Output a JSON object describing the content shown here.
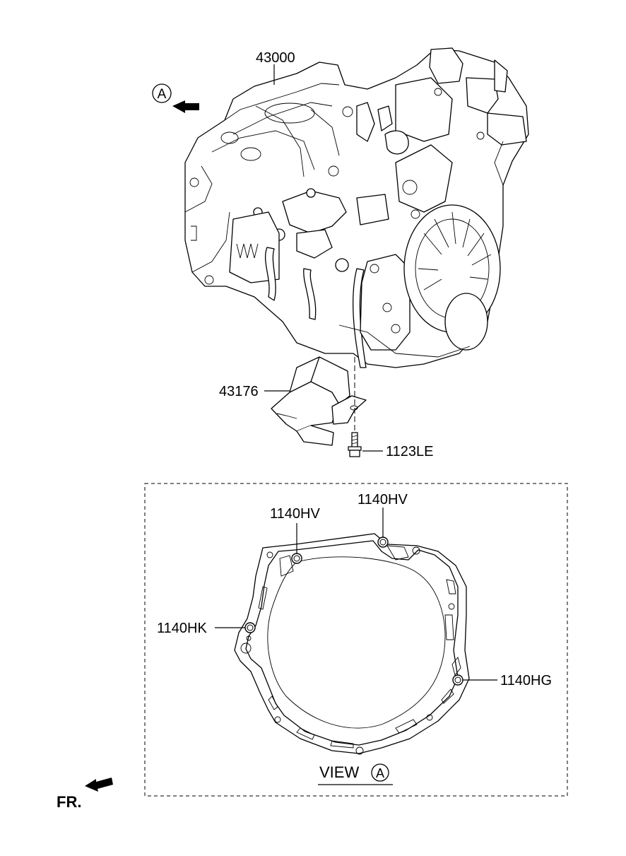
{
  "labels": {
    "transaxle": "43000",
    "bracket": "43176",
    "bolt": "1123LE",
    "dowel_top_left": "1140HV",
    "dowel_top_right": "1140HV",
    "dowel_left": "1140HK",
    "dowel_right": "1140HG",
    "view_text": "VIEW",
    "view_marker": "A",
    "arrow_marker": "A",
    "front": "FR."
  }
}
